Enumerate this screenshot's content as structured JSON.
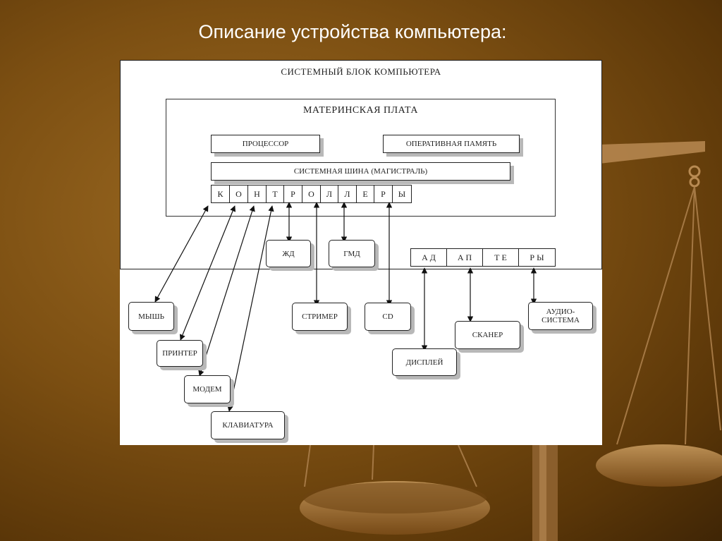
{
  "slide": {
    "title": "Описание устройства компьютера:"
  },
  "diagram": {
    "system_unit": "СИСТЕМНЫЙ БЛОК КОМПЬЮТЕРА",
    "motherboard": "МАТЕРИНСКАЯ ПЛАТА",
    "processor": "ПРОЦЕССОР",
    "ram": "ОПЕРАТИВНАЯ ПАМЯТЬ",
    "bus": "СИСТЕМНАЯ ШИНА (МАГИСТРАЛЬ)",
    "controllers": [
      "К",
      "О",
      "Н",
      "Т",
      "Р",
      "О",
      "Л",
      "Л",
      "Е",
      "Р",
      "Ы"
    ],
    "adapters": [
      "А Д",
      "А П",
      "Т Е",
      "Р Ы"
    ],
    "devices": {
      "hdd": "ЖД",
      "fdd": "ГМД",
      "mouse": "МЫШЬ",
      "printer": "ПРИНТЕР",
      "modem": "МОДЕМ",
      "keyboard": "КЛАВИАТУРА",
      "streamer": "СТРИМЕР",
      "cd": "CD",
      "display": "ДИСПЛЕЙ",
      "scanner": "СКАНЕР",
      "audio_line1": "АУДИО-",
      "audio_line2": "СИСТЕМА"
    }
  }
}
